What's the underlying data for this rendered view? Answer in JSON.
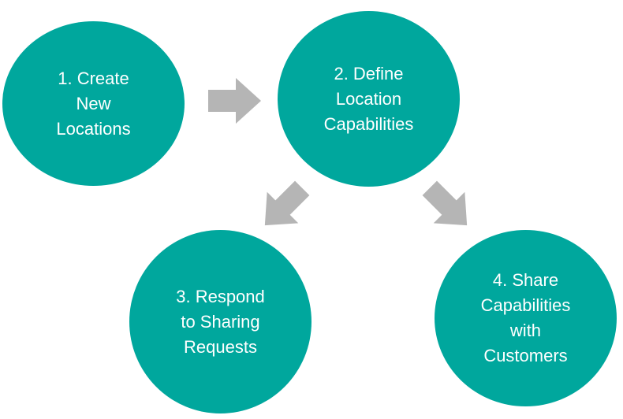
{
  "diagram": {
    "colors": {
      "node_fill": "#00A79D",
      "node_text": "#FFFFFF",
      "arrow_fill": "#B5B5B5",
      "background": "#FFFFFF"
    },
    "steps": [
      {
        "label": "1. Create\nNew\nLocations"
      },
      {
        "label": "2. Define\nLocation\nCapabilities"
      },
      {
        "label": "3. Respond\nto Sharing\nRequests"
      },
      {
        "label": "4. Share\nCapabilities\nwith\nCustomers"
      }
    ],
    "connections": [
      {
        "from": "1. Create New Locations",
        "to": "2. Define Location Capabilities"
      },
      {
        "from": "2. Define Location Capabilities",
        "to": "3. Respond to Sharing Requests"
      },
      {
        "from": "2. Define Location Capabilities",
        "to": "4. Share Capabilities with Customers"
      }
    ]
  }
}
